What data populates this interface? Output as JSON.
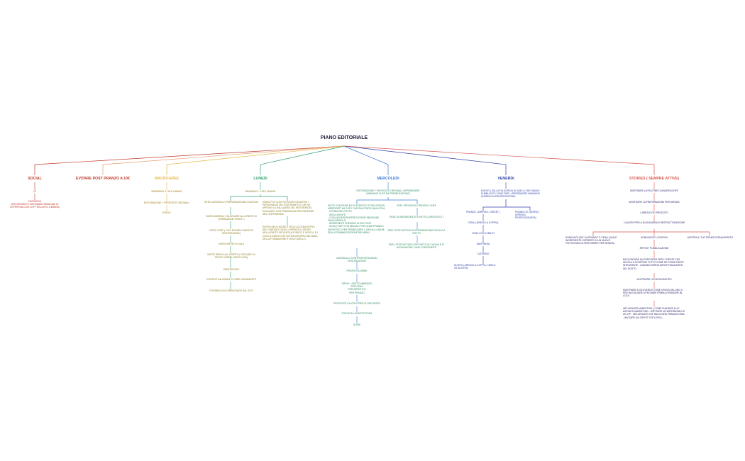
{
  "title": "PIANO EDITORIALE",
  "colors": {
    "social": "#c0392b",
    "evitare": "#e8a070",
    "macroaree": "#e6b94a",
    "lunedi": "#2ea36c",
    "mercoledi": "#3b7bd6",
    "venerdi": "#2e3fa6",
    "stories": "#d9554e",
    "lunedi_text": "#8a7a1e",
    "stories_text": "#2e2a6e"
  },
  "branches": {
    "social": {
      "label": "SOCIAL",
      "items": [
        "IG",
        "FACEBOOK\n(RICORDARE DI SISTEMARE IMMAGINE DI COPERTINA CON COPY RELATIVO A BRAND)"
      ]
    },
    "evitare": {
      "label": "EVITARE POST PRANZO A 10€"
    },
    "macroaree": {
      "label": "MACROAREE",
      "items": [
        "BRANDING E LATO UMANO",
        "RISTORAZIONE + PROPOSTE ORIGINALI",
        "EVENTI"
      ]
    },
    "lunedi": {
      "label": "LUNEDì",
      "head": "BRANDING + LATO UMANO",
      "left": [
        "REEL/CAROSELLO PRESENTAZIONE LOCATION",
        "VIDEO ANDREA ( COLLEGARE ALLA PARTE DI SPIEGAZIONE EVENTI )",
        "VIDEO CHEF ( COLLEGARE A PARTE DI RISTORAZIONE)",
        "VIDEO MISTRI DI SALA",
        "VASTO SPAZIO ALL'APERTO ( GIOCARE SU SPAZIO VERDE VIDEO CASA)",
        "PARCHEGGIO",
        "CONTESTUALIZZARE LE ARIE VISIVAMENTE",
        "POSSIBILITà DI PRENOTARE DAL SITO"
      ],
      "right": [
        "VIDEO POV CON POV DOVE INCONTRO I PERSONAGGI DEL RISTORANTE E CHE MI APRONO LA SALA (AREA DEL RISTORANTE) GIOCANDO CON TRANSIZIONI PER ENTRARE NELL'ESPERIENZA",
        "ENTRO NELL'HOUSE E VEDO LA CENA ENTRO NEL GARDEN E VEDO L'APERITIVO ENTRO NELLA PARTE DEDICATA A EVENTO E VEDO IL DJ CON LA GENTE CHE FA FESTA ENTRO NEL BASA DELLA FORMAZIONE E VEDO QUELLO"
      ]
    },
    "mercoledi": {
      "label": "MERCOLEDì",
      "head": "RISTORAZIONE + PROPOSTE ORIGINALI ( riprendere immagine chef da presentazione)",
      "left": [
        "PIATTI CON FRISE EN PLACE/FOTO FOOD DESIGN MIRROORTI DA COPY CHE RACCONTA QUALCOSA\n- STORIA DEL PIATTO\n- IDEA A MONTE\n- COSA ASSAPORO/PERCEZIONE/ EMOZIONE FAMILIARIDOLO\n- INGREDIENTI PRESIDIO SLOW FOOD\n- CENA | PIATTI PIù ABOLATI PER CENA/ PRANZO/ APERITIVO ) PER PERSEGUIRE L' IDEA ALLA BASE DELLA FRAMMENTAZIONE DEI MENU'",
        "CAROSELLO CON PROPOSTA MENU' DEGUSTAZIONE",
        "PROPOSTA DRINK",
        "DRINK + PIATTO ABBINATO\nPER CENA\nPER APERITIVO\nPER PRANZO",
        "PROPOSTE GLUTEN FREE SU RICHIESTA",
        "FOCUS SU VASOCOTTURA",
        "SUSHI"
      ],
      "right": [
        "REEL PROCESSO CREATIVO CHEF",
        "REEL DA INGREDIENTE A PIATTO (CREATIVITà )",
        "REEL STOP MOTION DA PREPARAZIONE TAVOLO A PIATTO",
        "REEL STOP MOTION CON PIATTO IN CUCINA E SI AGGIUNGONO I VARI COMPONENTI"
      ]
    },
    "venerdi": {
      "label": "VENERDì",
      "head": "EVENTI ( SULLA FALSA RIGA DI QUELLI CHE HANNO PUBBLICATO COME REEL ) riprendere immagine andrea da presentazione)",
      "left": [
        "PRANZO ( ARRIVA IL TARGET )",
        "CENA ( ARRIVA LA COPPIA)",
        "CENA CON EVENTO",
        "MATRIMONI",
        "CATERING",
        "SUITES ( ARRIVA LA COPPIA, CENA E VA IN SUITE)"
      ],
      "right": [
        "PRANZO DI LAVORO ( ARRIVA IL PROFESSIONISTA)"
      ]
    },
    "stories": {
      "label": "STORIES ( SEMPRE ATTIVE)",
      "chain": [
        "MOSTRARE LA ROUTINE DI ANDREA/CHEF",
        "MOSTRARE LA PREPARAZIONE PER SERATA",
        "L'ARRIVO DEI PRODOTTI",
        "I LAVORI PER LA NUOVA AREA IN RISTRUTTURAZIONE"
      ],
      "split": [
        "SONDAGGI (PIU' DA PRANZO O CENA/ QUALE INGREDIENTE VORRESTI IN UN NUOVO PIATTO/SCELTA PERFORMER PER SERATA)",
        "SONDAGGIO LOCATION",
        "MOSTRA IL TUO PRANZO/CENA/EVENTO"
      ],
      "after": [
        "REPOST PUBBLICAZIONE",
        "RACCONTARE UN PERCORSO PER L'UTENTE CHE INVOGLI A SCOPRIRE TUTTO COME SE FOSSE PARTE INTEGRANTE - QUANDO ARRIVA SENTE FAMILIARITA' DEL POSTO",
        "MOSTRARE LOCATION/SUITES",
        "MOSTRARE IL DELIVERDO COME CROSS-SELLING O PER INVOGLIARE A PROVARE PRIMA DI PASSARE IN LOCO",
        "INFLUENCER MARKETING ( COME PUNTARE ALLE AZIONI DI MARKETING - OSPITARE UN MATRIMONIO DI UN VIP - INFLUENCER CHE RACCONTA PRANZO/CENA - INVITARE UN OSPITE TOP LEVEL)"
      ]
    }
  }
}
